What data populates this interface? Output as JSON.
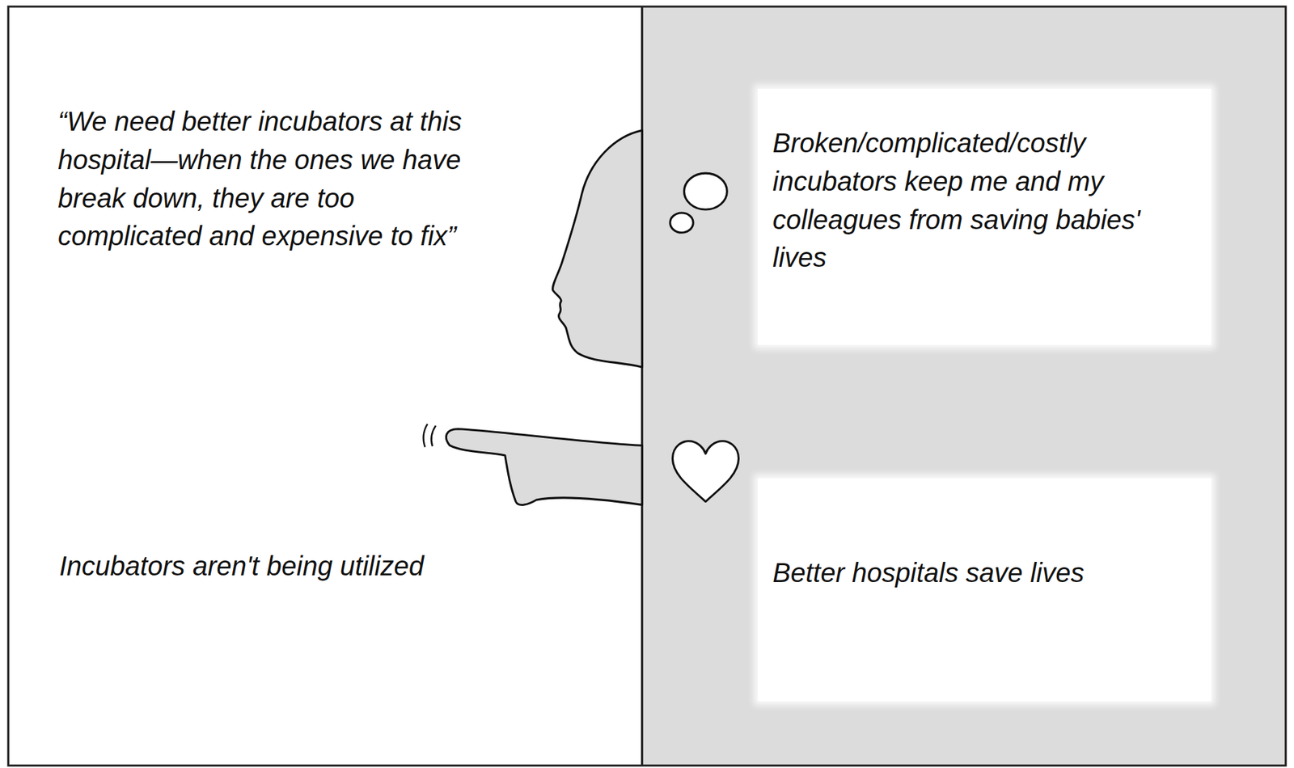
{
  "diagram": {
    "nodes": [
      {
        "text": [
          "Broken/complicated/costly incubators keep me and my colleagues from saving babies' lives"
        ]
      },
      {
        "text": [
          "Better hospitals save lives"
        ]
      }
    ],
    "labels": [
      "“We need better incubators at this hospital—when the ones we have break down, they are too complicated and expensive to fix”",
      "Incubators aren't being utilized"
    ]
  }
}
